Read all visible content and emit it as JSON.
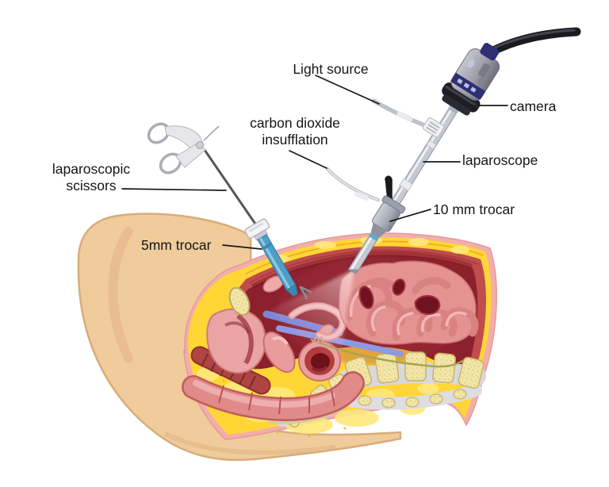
{
  "labels": {
    "light_source": "Light source",
    "camera": "camera",
    "co2_insufflation": "carbon dioxide insufflation",
    "laparoscope": "laparoscope",
    "trocar_10mm": "10 mm trocar",
    "laparoscopic_scissors": "laparoscopic scissors",
    "trocar_5mm": "5mm trocar"
  },
  "palette": {
    "background": "#ffffff",
    "skin_tan": "#f0cb9c",
    "skin_rim_pink": "#f2aeab",
    "fat_yellow": "#ffd636",
    "muscle_red": "#c04c4c",
    "cavity_dark_red": "#8c212d",
    "organ_pink": "#e59292",
    "bone_cream": "#f2e5a8",
    "disc_gray": "#d8d8de",
    "trocar_blue": "#4e9fc8",
    "instrument_gray": "#c6c9d2",
    "camera_navy": "#2f2f72",
    "cable_black": "#1b1b1f",
    "ligament_blue": "#7b86d8",
    "label_text": "#151515"
  }
}
